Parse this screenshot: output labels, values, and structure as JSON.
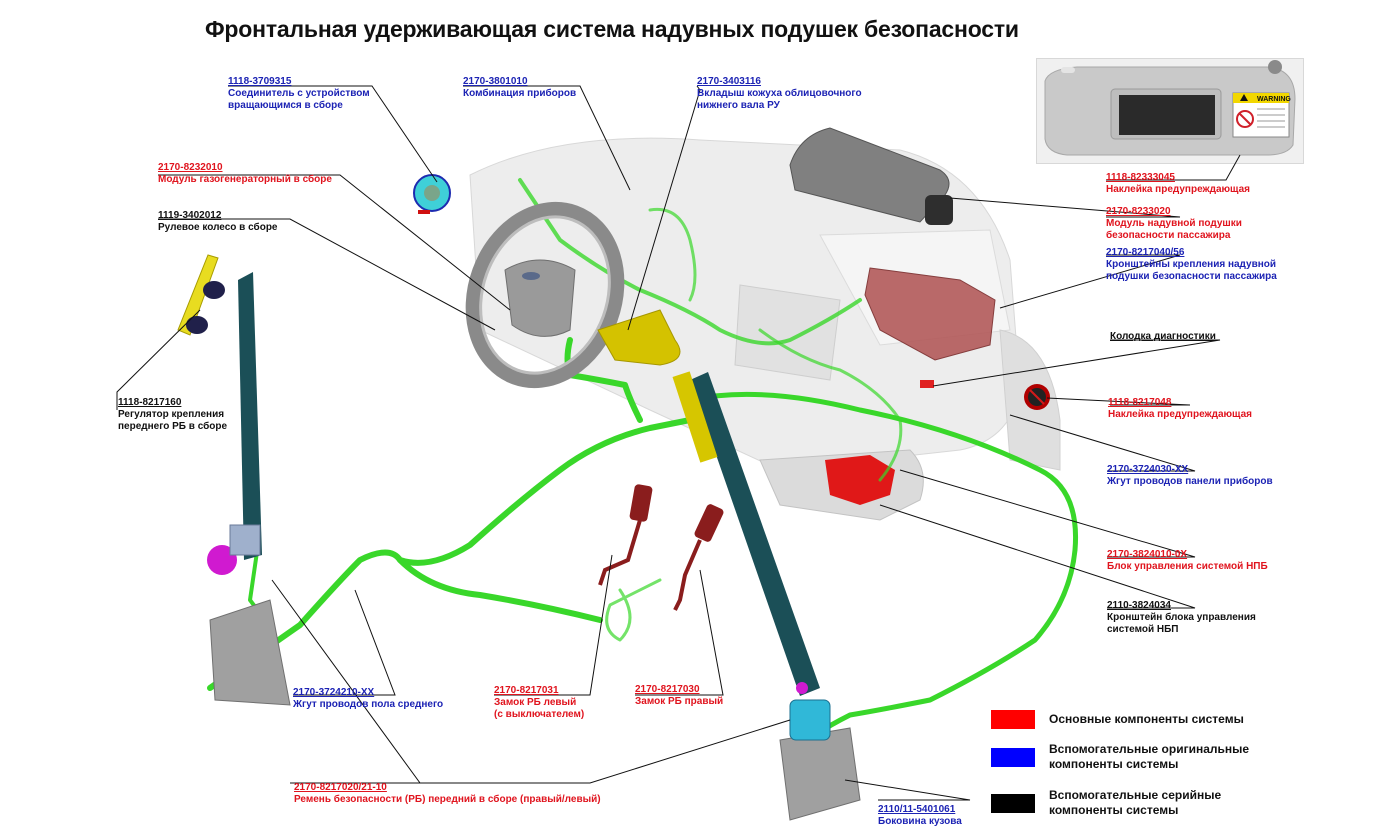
{
  "title": "Фронтальная удерживающая система надувных подушек безопасности",
  "colors": {
    "main": "#ff0000",
    "aux_original": "#0000ff",
    "aux_serial": "#000000",
    "harness": "#33dd22",
    "belt": "#1b4f57",
    "bracket": "#e4d400"
  },
  "callouts": [
    {
      "id": "spiral-connector",
      "code": "1118-3709315",
      "lines": [
        "Соединитель с устройством",
        "вращающимся в сборе"
      ],
      "category": "blue"
    },
    {
      "id": "instrument-cluster",
      "code": "2170-3801010",
      "lines": [
        "Комбинация приборов"
      ],
      "category": "blue"
    },
    {
      "id": "column-shroud-insert",
      "code": "2170-3403116",
      "lines": [
        "Вкладыш кожуха облицовочного",
        "нижнего вала РУ"
      ],
      "category": "blue"
    },
    {
      "id": "driver-airbag-module",
      "code": "2170-8232010",
      "lines": [
        "Модуль газогенераторный в сборе"
      ],
      "category": "red"
    },
    {
      "id": "steering-wheel",
      "code": "1119-3402012",
      "lines": [
        "Рулевое колесо в сборе"
      ],
      "category": "black"
    },
    {
      "id": "belt-height-adjuster",
      "code": "1118-8217160",
      "lines": [
        "Регулятор крепления",
        "переднего РБ в сборе"
      ],
      "category": "black"
    },
    {
      "id": "visor-warning-label",
      "code": "1118-82333045",
      "lines": [
        "Наклейка предупреждающая"
      ],
      "category": "red"
    },
    {
      "id": "passenger-airbag-module",
      "code": "2170-8233020",
      "lines": [
        "Модуль надувной подушки",
        "безопасности пассажира"
      ],
      "category": "red"
    },
    {
      "id": "passenger-airbag-brackets",
      "code": "2170-8217040/56",
      "lines": [
        "Кронштейны крепления надувной",
        "подушки безопасности пассажира"
      ],
      "category": "blue"
    },
    {
      "id": "diagnostic-connector",
      "code": "",
      "lines": [
        "Колодка диагностики"
      ],
      "category": "black"
    },
    {
      "id": "dash-warning-label",
      "code": "1118-8217048",
      "lines": [
        "Наклейка предупреждающая"
      ],
      "category": "red"
    },
    {
      "id": "dash-harness",
      "code": "2170-3724030-XX",
      "lines": [
        "Жгут проводов панели приборов"
      ],
      "category": "blue"
    },
    {
      "id": "airbag-ecu",
      "code": "2170-3824010-0X",
      "lines": [
        "Блок управления системой НПБ"
      ],
      "category": "red"
    },
    {
      "id": "ecu-bracket",
      "code": "2110-3824034",
      "lines": [
        "Кронштейн блока управления",
        "системой НБП"
      ],
      "category": "black"
    },
    {
      "id": "floor-harness",
      "code": "2170-3724210-XX",
      "lines": [
        "Жгут проводов пола среднего"
      ],
      "category": "blue"
    },
    {
      "id": "buckle-left",
      "code": "2170-8217031",
      "lines": [
        "Замок РБ левый",
        "(с выключателем)"
      ],
      "category": "red"
    },
    {
      "id": "buckle-right",
      "code": "2170-8217030",
      "lines": [
        "Замок РБ правый"
      ],
      "category": "red"
    },
    {
      "id": "front-seat-belt",
      "code": "2170-8217020/21-10",
      "lines": [
        "Ремень безопасности (РБ) передний в сборе (правый/левый)"
      ],
      "category": "red"
    },
    {
      "id": "body-side",
      "code": "2110/11-5401061",
      "lines": [
        "Боковина кузова"
      ],
      "category": "blue"
    }
  ],
  "visor_sticker": {
    "warning_text": "WARNING"
  },
  "legend": [
    {
      "label": "Основные компоненты системы",
      "lines": [
        "Основные компоненты системы"
      ],
      "color": "#ff0000"
    },
    {
      "label": "Вспомогательные оригинальные компоненты системы",
      "lines": [
        "Вспомогательные оригинальные",
        "компоненты системы"
      ],
      "color": "#0000ff"
    },
    {
      "label": "Вспомогательные серийные компоненты системы",
      "lines": [
        "Вспомогательные серийные",
        "компоненты системы"
      ],
      "color": "#000000"
    }
  ]
}
